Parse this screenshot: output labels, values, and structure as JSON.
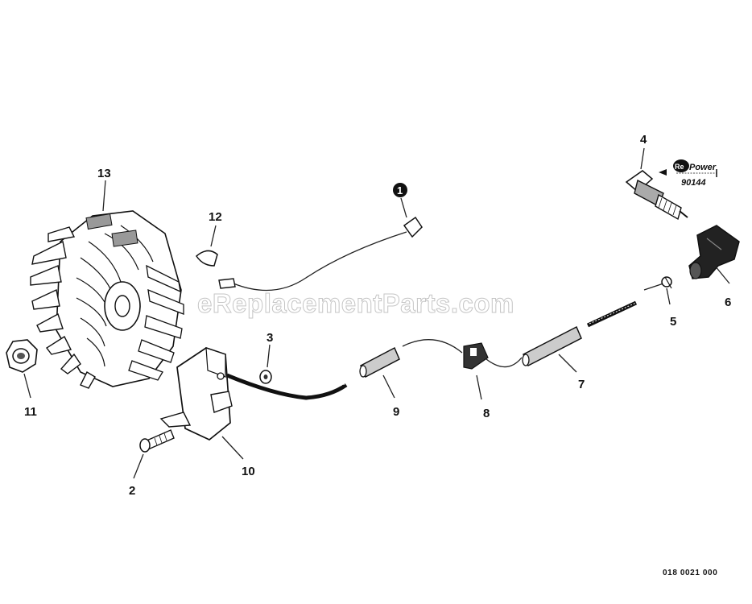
{
  "callouts": {
    "p1": "1",
    "p2": "2",
    "p3": "3",
    "p4": "4",
    "p5": "5",
    "p6": "6",
    "p7": "7",
    "p8": "8",
    "p9": "9",
    "p10": "10",
    "p11": "11",
    "p12": "12",
    "p13": "13"
  },
  "spark_plug_brand": {
    "prefix": "Re",
    "name": "Power",
    "part_number": "90144"
  },
  "watermark": "eReplacementParts.com",
  "document_number": "018 0021 000"
}
